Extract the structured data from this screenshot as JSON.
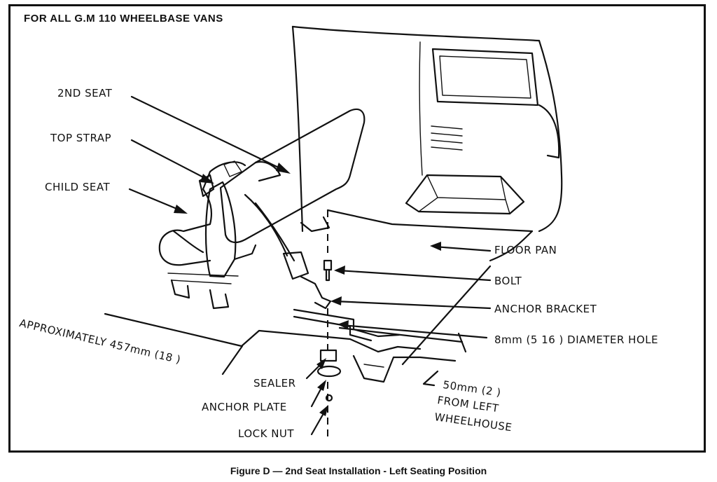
{
  "title": "FOR ALL G.M 110  WHEELBASE VANS",
  "caption": "Figure D — 2nd Seat Installation - Left Seating Position",
  "labels": {
    "second_seat": "2ND SEAT",
    "top_strap": "TOP STRAP",
    "child_seat": "CHILD SEAT",
    "floor_pan": "FLOOR PAN",
    "bolt": "BOLT",
    "anchor_bracket": "ANCHOR BRACKET",
    "diameter_hole": "8mm (5 16 ) DIAMETER HOLE",
    "approximately": "APPROXIMATELY 457mm (18 )",
    "sealer": "SEALER",
    "anchor_plate": "ANCHOR PLATE",
    "lock_nut": "LOCK NUT",
    "from_left_line1": "50mm (2 )",
    "from_left_line2": "FROM LEFT",
    "from_left_line3": "WHEELHOUSE"
  }
}
